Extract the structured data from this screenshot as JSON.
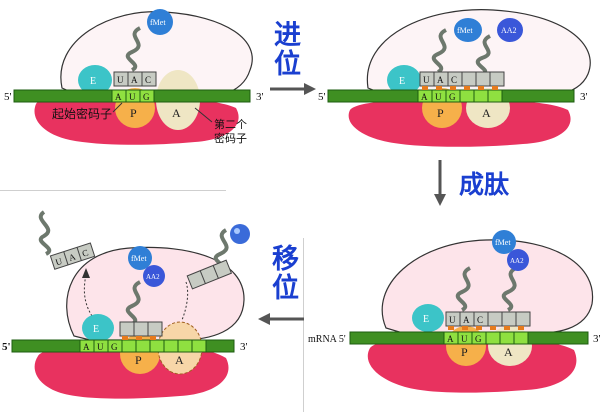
{
  "panels": {
    "p1": {
      "fmet": "fMet",
      "anticodon": [
        "U",
        "A",
        "C"
      ],
      "codons": [
        "A",
        "U",
        "G"
      ],
      "site_e": "E",
      "site_p": "P",
      "site_a": "A",
      "five_prime": "5'",
      "three_prime": "3'",
      "start_codon_label": "起始密码子",
      "second_codon_label_1": "第二个",
      "second_codon_label_2": "密码子"
    },
    "p2": {
      "fmet": "fMet",
      "aa2": "AA2",
      "anticodon": [
        "U",
        "A",
        "C"
      ],
      "codons": [
        "A",
        "U",
        "G"
      ],
      "site_e": "E",
      "site_p": "P",
      "site_a": "A",
      "five_prime": "5'",
      "three_prime": "3'"
    },
    "p3": {
      "fmet": "fMet",
      "aa2": "AA2",
      "anticodon": [
        "U",
        "A",
        "C"
      ],
      "codons": [
        "A",
        "U",
        "G"
      ],
      "site_e": "E",
      "site_p": "P",
      "site_a": "A",
      "mrna5": "mRNA 5'",
      "three_prime": "3'"
    },
    "p4": {
      "fmet": "fMet",
      "aa2": "AA2",
      "released_anticodon": [
        "U",
        "A",
        "C"
      ],
      "codons": [
        "A",
        "U",
        "G"
      ],
      "site_e": "E",
      "site_p": "P",
      "site_a": "A",
      "five_prime": "5'",
      "three_prime": "3'"
    }
  },
  "steps": {
    "translocation": [
      "进",
      "位"
    ],
    "peptide_bond": "成肽",
    "shift": [
      "移",
      "位"
    ]
  },
  "colors": {
    "mrna": "#3f8f22",
    "mrna_dark": "#1d5c10",
    "ribosome_large": "#fbe8ec",
    "ribosome_small": "#e8325f",
    "site_e": "#3cc4c8",
    "site_p": "#f6b04a",
    "site_a": "#efe6c4",
    "fmet": "#2f7fd6",
    "trna": "#8a9a8a",
    "label_blue": "#1a3fd0"
  }
}
